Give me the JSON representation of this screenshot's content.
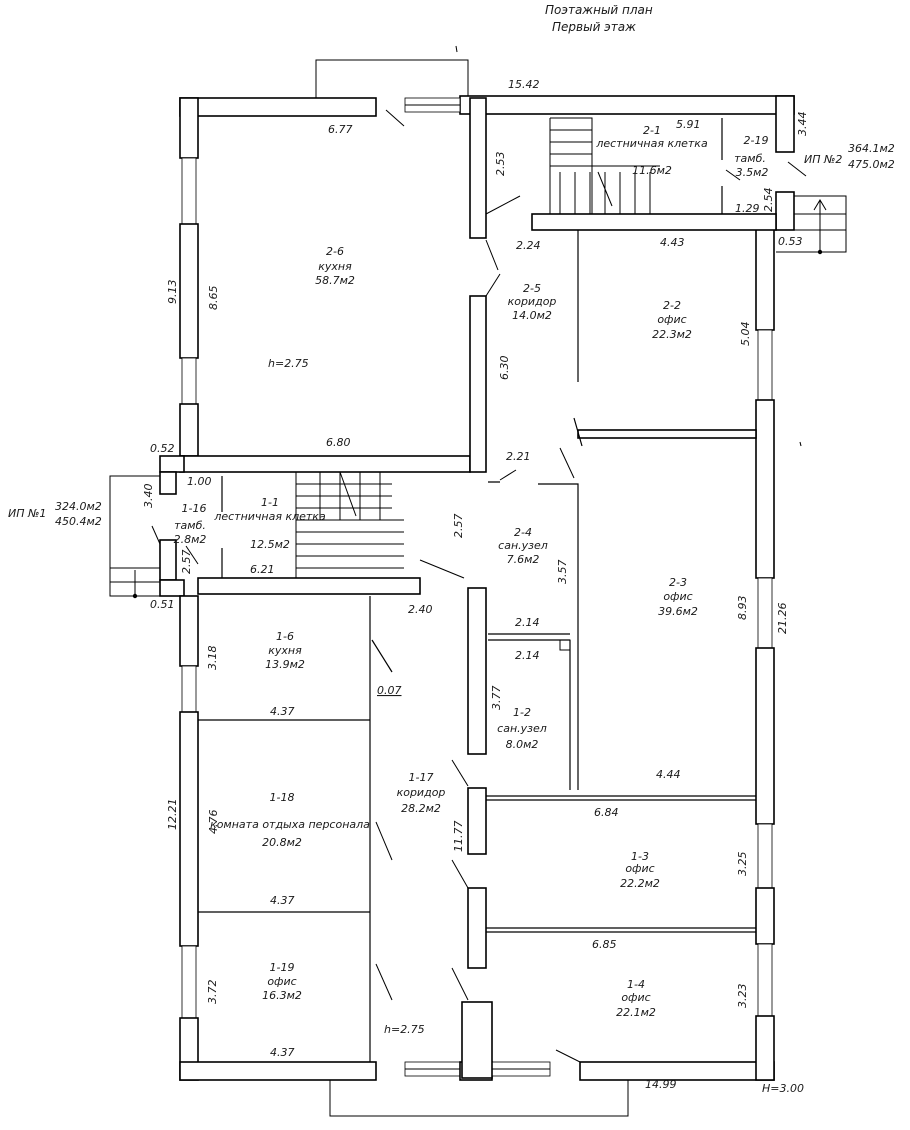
{
  "header": {
    "title": "Поэтажный план",
    "subtitle": "Первый этаж"
  },
  "entrance_1": {
    "label": "ИП №1",
    "area_a": "324.0м2",
    "area_b": "450.4м2"
  },
  "entrance_2": {
    "label": "ИП №2",
    "area_a": "364.1м2",
    "area_b": "475.0м2"
  },
  "rooms": [
    {
      "id": "2-6",
      "name": "кухня",
      "area": "58.7м2"
    },
    {
      "id": "2-1",
      "name": "лестничная клетка",
      "area": "11.6м2"
    },
    {
      "id": "2-19",
      "name": "тамб.",
      "area": "3.5м2"
    },
    {
      "id": "2-5",
      "name": "коридор",
      "area": "14.0м2"
    },
    {
      "id": "2-2",
      "name": "офис",
      "area": "22.3м2"
    },
    {
      "id": "2-4",
      "name": "сан.узел",
      "area": "7.6м2"
    },
    {
      "id": "2-3",
      "name": "офис",
      "area": "39.6м2"
    },
    {
      "id": "1-16",
      "name": "тамб.",
      "area": "2.8м2"
    },
    {
      "id": "1-1",
      "name": "лестничная клетка",
      "area": "12.5м2"
    },
    {
      "id": "1-6",
      "name": "кухня",
      "area": "13.9м2"
    },
    {
      "id": "1-2",
      "name": "сан.узел",
      "area": "8.0м2"
    },
    {
      "id": "1-17",
      "name": "коридор",
      "area": "28.2м2"
    },
    {
      "id": "1-18",
      "name": "комната отдыха персонала",
      "area": "20.8м2"
    },
    {
      "id": "1-3",
      "name": "офис",
      "area": "22.2м2"
    },
    {
      "id": "1-19",
      "name": "офис",
      "area": "16.3м2"
    },
    {
      "id": "1-4",
      "name": "офис",
      "area": "22.1м2"
    }
  ],
  "heights": {
    "h1": "h=2.75",
    "h2": "h=2.75",
    "H": "H=3.00"
  },
  "dimensions": {
    "top_total": "15.42",
    "bottom_total": "14.99",
    "r26_top": "6.77",
    "r26_bottom": "6.80",
    "r26_left_outer": "9.13",
    "r26_left_inner": "8.65",
    "c253": "2.53",
    "c591": "5.91",
    "c344": "3.44",
    "c129": "1.29",
    "c254": "2.54",
    "c053": "0.53",
    "c224": "2.24",
    "c443": "4.43",
    "c504": "5.04",
    "c630": "6.30",
    "c052": "0.52",
    "c340": "3.40",
    "c100": "1.00",
    "c257a": "2.57",
    "c257b": "2.57",
    "c621": "6.21",
    "c051": "0.51",
    "c221": "2.21",
    "c357": "3.57",
    "c893": "8.93",
    "c2126": "21.26",
    "c214a": "2.14",
    "c214b": "2.14",
    "c240": "2.40",
    "c318": "3.18",
    "c007": "0.07",
    "c437a": "4.37",
    "c377": "3.77",
    "c444": "4.44",
    "c476": "4.76",
    "c1221": "12.21",
    "c684": "6.84",
    "c1177": "11.77",
    "c325": "3.25",
    "c437b": "4.37",
    "c685": "6.85",
    "c372": "3.72",
    "c323": "3.23",
    "c437c": "4.37"
  }
}
